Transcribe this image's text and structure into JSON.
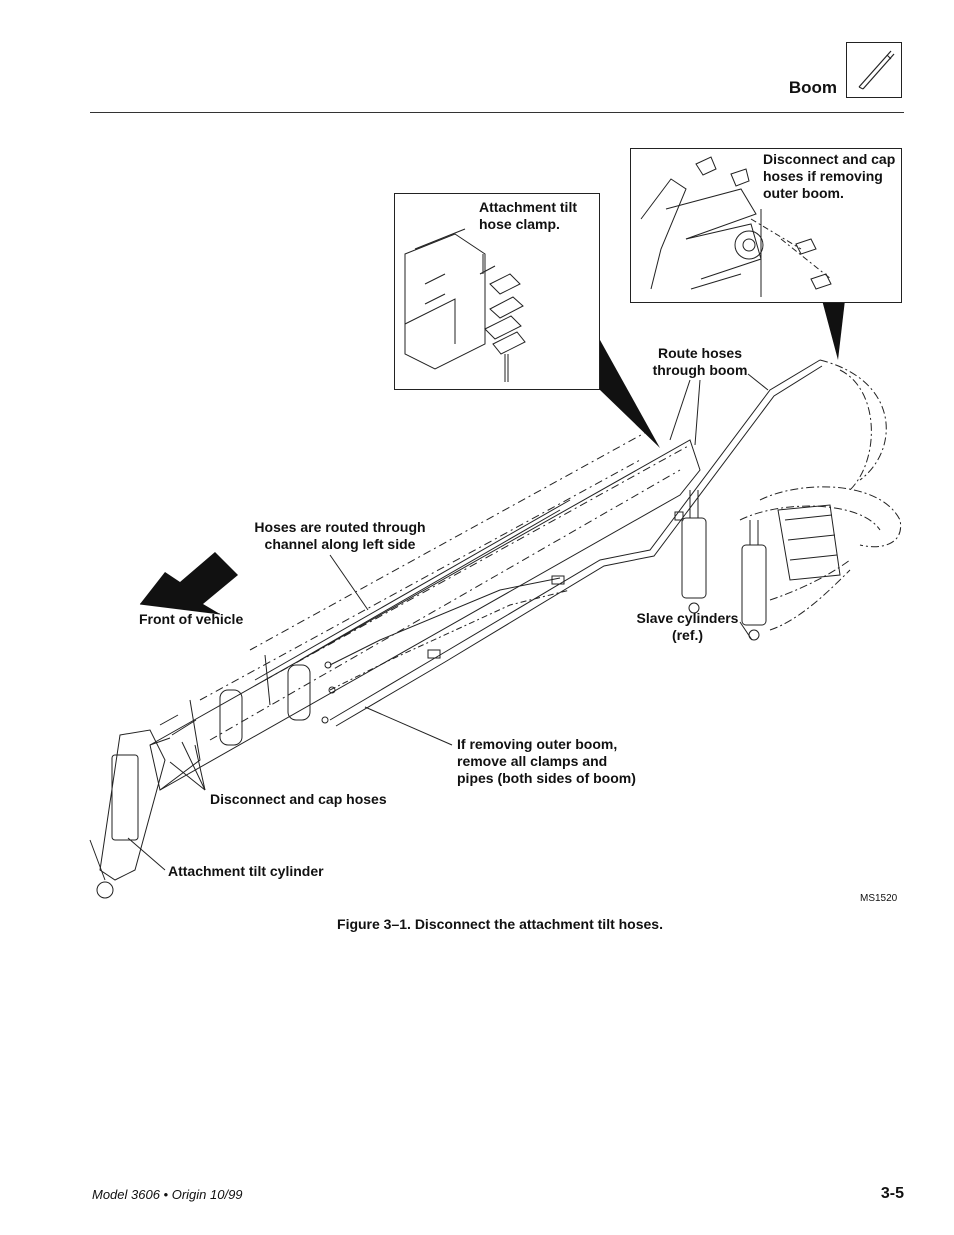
{
  "header": {
    "section_title": "Boom",
    "icon": "pen-icon"
  },
  "figure": {
    "callouts": {
      "attachment_tilt_clamp": "Attachment tilt\nhose clamp.",
      "disconnect_outer": "Disconnect and cap\nhoses if removing\nouter boom.",
      "route_hoses": "Route hoses\nthrough boom",
      "hoses_routed": "Hoses are routed through\nchannel along left side",
      "front_of_vehicle": "Front of vehicle",
      "slave_cylinders": "Slave cylinders\n(ref.)",
      "if_removing": "If removing outer boom,\nremove all clamps and\npipes (both sides of boom)",
      "disconnect_cap": "Disconnect and cap hoses",
      "attachment_tilt_cylinder": "Attachment tilt cylinder"
    },
    "ms_code": "MS1520",
    "caption": "Figure 3–1.  Disconnect the attachment tilt hoses."
  },
  "footer": {
    "model": "Model 3606 • Origin 10/99",
    "page": "3-5"
  }
}
